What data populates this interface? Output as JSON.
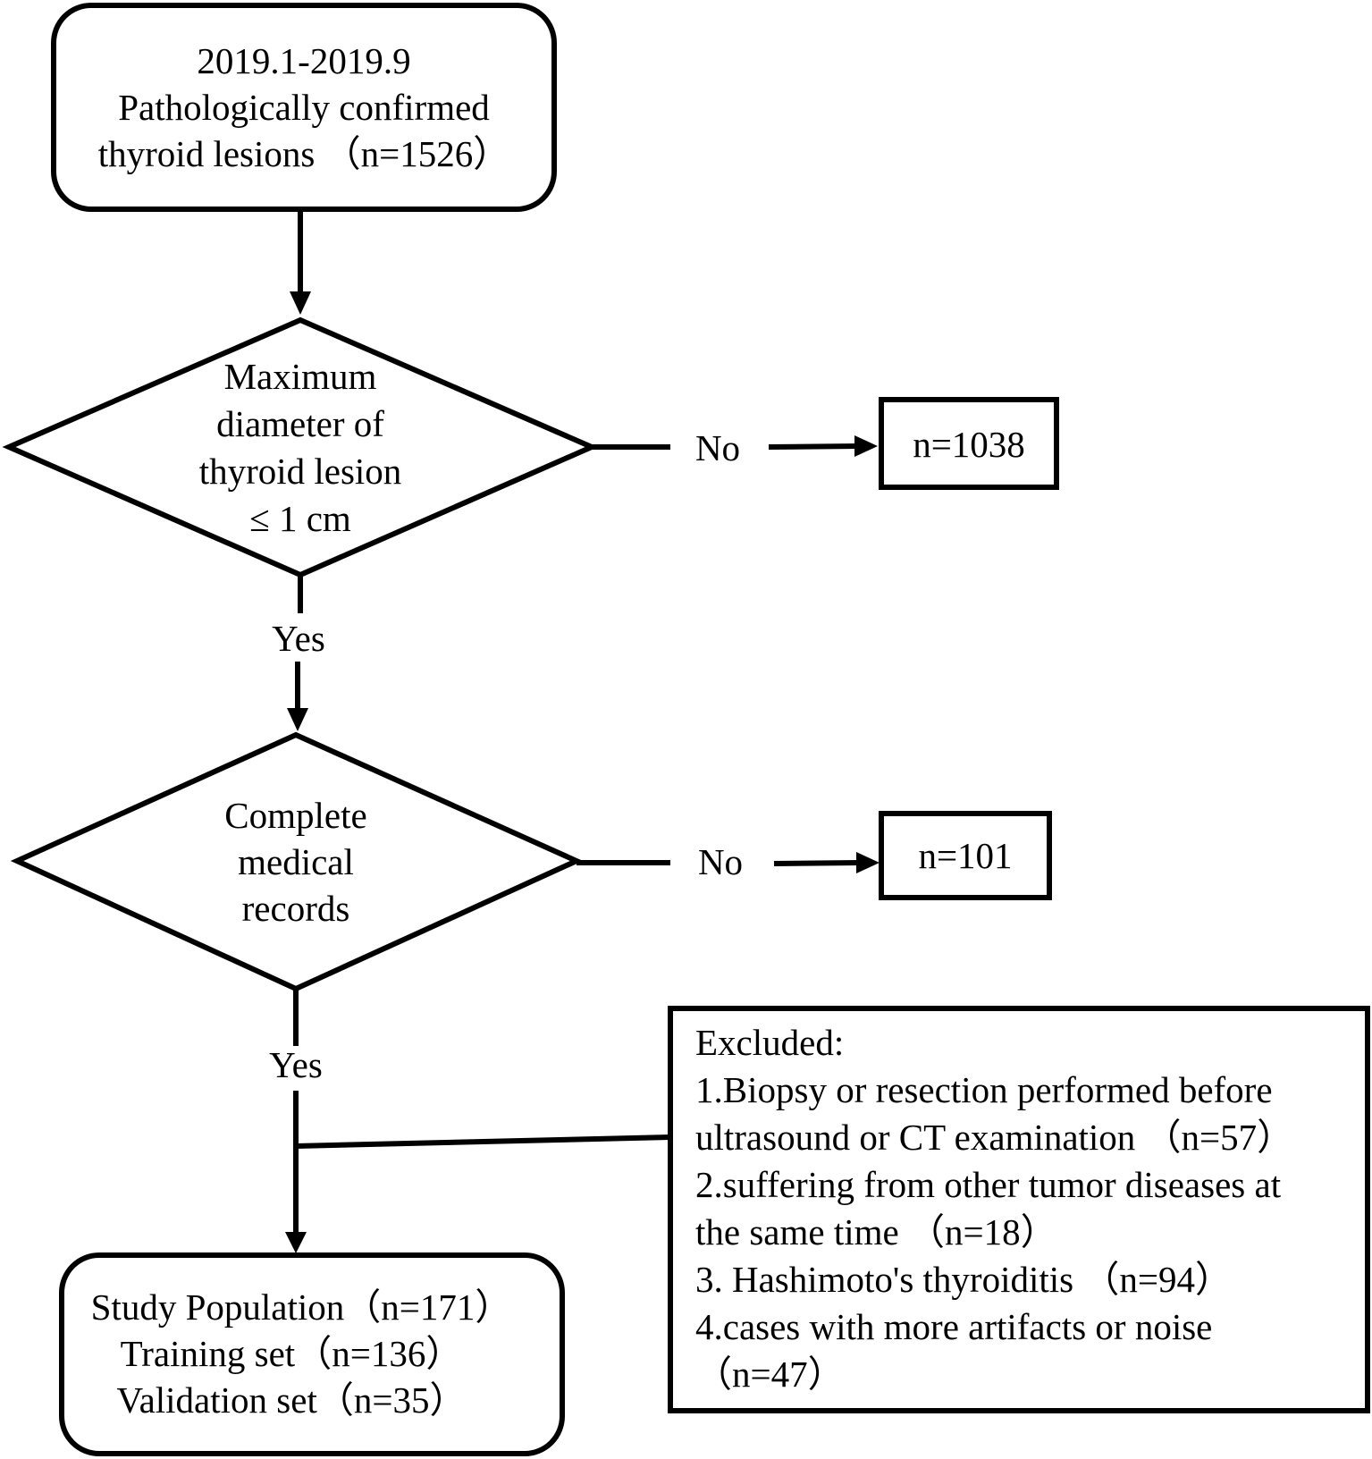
{
  "start_box": {
    "lines": [
      "2019.1-2019.9",
      "Pathologically confirmed",
      "thyroid lesions （n=1526）"
    ]
  },
  "decision1": {
    "lines": [
      "Maximum",
      "diameter of",
      "thyroid lesion",
      "≤ 1 cm"
    ],
    "no_label": "No",
    "yes_label": "Yes"
  },
  "excluded1": {
    "text": "n=1038"
  },
  "decision2": {
    "lines": [
      "Complete",
      "medical",
      "records"
    ],
    "no_label": "No",
    "yes_label": "Yes"
  },
  "excluded2": {
    "text": "n=101"
  },
  "exclusion_box": {
    "lines": [
      "Excluded:",
      "1.Biopsy or resection performed before",
      "ultrasound or CT examination （n=57）",
      "2.suffering from other tumor diseases at",
      "the same time （n=18）",
      "3. Hashimoto's thyroiditis （n=94）",
      "4.cases with more artifacts or noise",
      "（n=47）"
    ]
  },
  "result_box": {
    "lines": [
      "Study Population（n=171）",
      "Training set（n=136）",
      "Validation set（n=35）"
    ]
  }
}
